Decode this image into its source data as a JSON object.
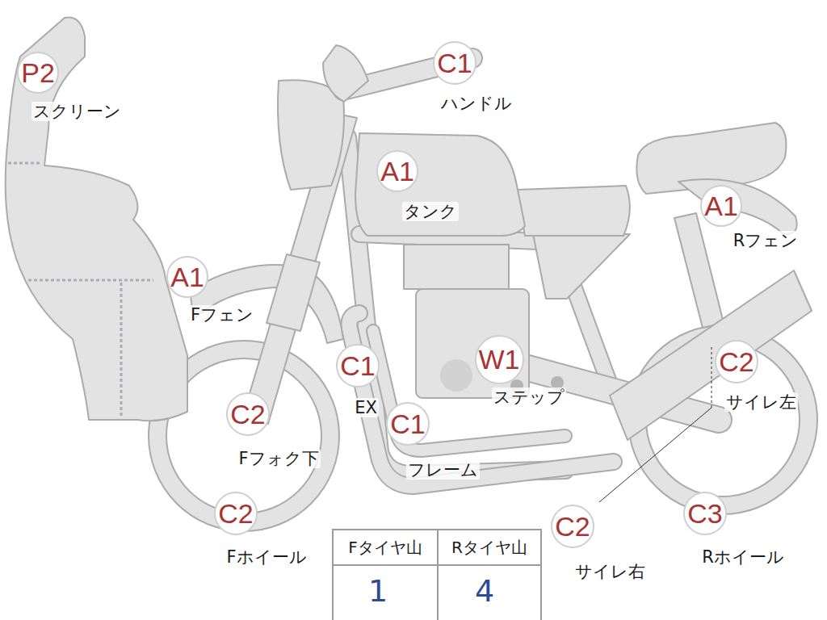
{
  "diagram": {
    "nodes": [
      {
        "text": [
          "P2",
          "スクリーン"
        ]
      },
      {
        "text": [
          "C1",
          "ハンドル"
        ]
      },
      {
        "text": [
          "A1",
          "タンク"
        ]
      },
      {
        "text": [
          "A1",
          "Rフェン"
        ]
      },
      {
        "text": [
          "A1",
          "Fフェン"
        ]
      },
      {
        "text": [
          "C1",
          "EX"
        ]
      },
      {
        "text": [
          "W1",
          "ステップ"
        ]
      },
      {
        "text": [
          "C2",
          "サイレ左"
        ]
      },
      {
        "text": [
          "C2",
          "Fフォク下"
        ]
      },
      {
        "text": [
          "C1",
          "フレーム"
        ]
      },
      {
        "text": [
          "C2",
          "Fホイール"
        ]
      },
      {
        "text": [
          "C2",
          "サイレ右"
        ]
      },
      {
        "text": [
          "C3",
          "Rホイール"
        ]
      }
    ],
    "labels": [
      "Fタイヤ山",
      "Rタイヤ山",
      "1",
      "4"
    ]
  }
}
